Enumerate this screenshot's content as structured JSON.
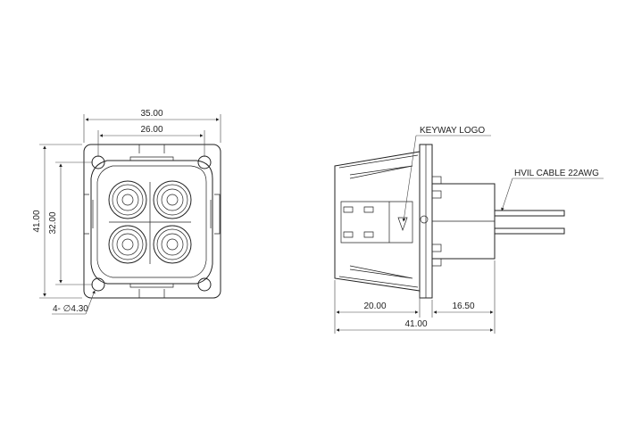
{
  "front_view": {
    "dims": {
      "width_outer": "35.00",
      "width_inner": "26.00",
      "height_outer": "41.00",
      "height_inner": "32.00",
      "hole_callout": "4- ∅4.30"
    }
  },
  "side_view": {
    "labels": {
      "keyway": "KEYWAY LOGO",
      "cable": "HVIL CABLE 22AWG"
    },
    "dims": {
      "left_len": "20.00",
      "right_len": "16.50",
      "total_len": "41.00"
    }
  },
  "colors": {
    "line": "#222222",
    "background": "#ffffff"
  }
}
